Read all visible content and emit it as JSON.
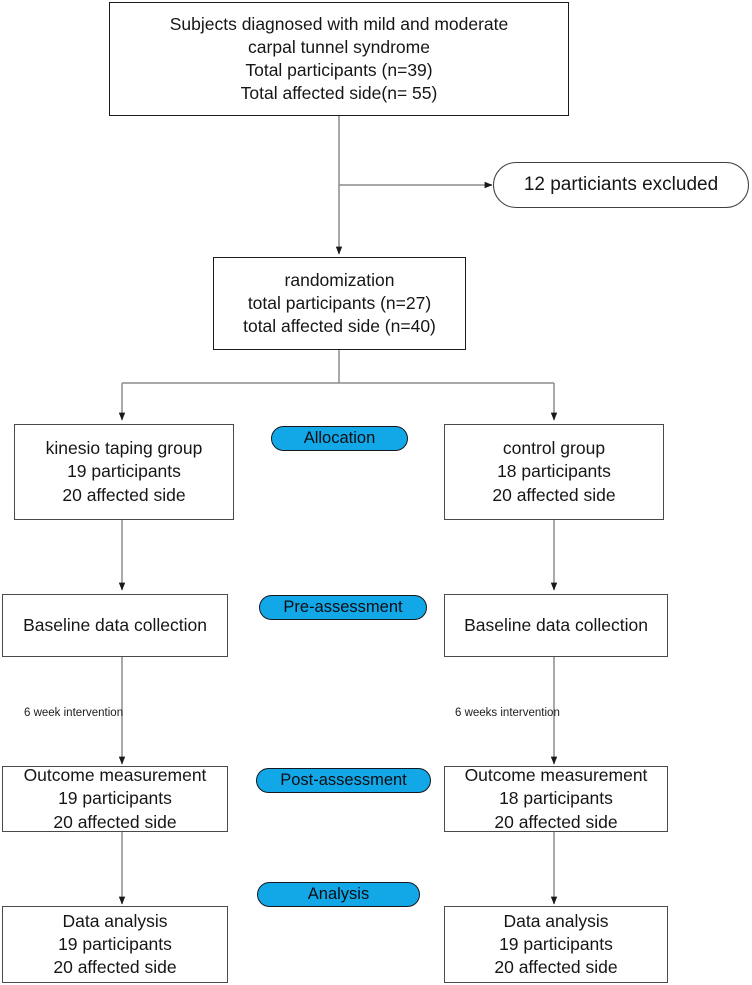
{
  "diagram": {
    "title": "CONSORT participant flow diagram",
    "accent_color": "#12A8E8",
    "line_color": "#8c8c8c",
    "box_border_color": "#4a4a4a"
  },
  "nodes": {
    "enrollment": {
      "lines": [
        "Subjects diagnosed with mild and moderate",
        "carpal tunnel syndrome",
        "Total participants (n=39)",
        "Total affected side(n= 55)"
      ]
    },
    "excluded": {
      "label": "12 particiants excluded"
    },
    "randomization": {
      "lines": [
        "randomization",
        "total participants (n=27)",
        "total affected side (n=40)"
      ]
    },
    "intervention_group": {
      "lines": [
        "kinesio taping group",
        "19 participants",
        "20 affected side"
      ]
    },
    "control_group": {
      "lines": [
        "control group",
        "18 participants",
        "20 affected side"
      ]
    },
    "baseline_left": {
      "lines": [
        "Baseline data collection"
      ]
    },
    "baseline_right": {
      "lines": [
        "Baseline data collection"
      ]
    },
    "outcome_left": {
      "lines": [
        "Outcome measurement",
        "19 participants",
        "20 affected side"
      ]
    },
    "outcome_right": {
      "lines": [
        "Outcome measurement",
        "18 participants",
        "20 affected side"
      ]
    },
    "analysis_left": {
      "lines": [
        "Data analysis",
        "19 participants",
        "20 affected side"
      ]
    },
    "analysis_right": {
      "lines": [
        "Data analysis",
        "19 participants",
        "20 affected side"
      ]
    }
  },
  "stage_labels": {
    "allocation": "Allocation",
    "pre_assessment": "Pre-assessment",
    "post_assessment": "Post-assessment",
    "analysis": "Analysis"
  },
  "annotations": {
    "intervention_left": "6 week intervention",
    "intervention_right": "6 weeks intervention"
  }
}
